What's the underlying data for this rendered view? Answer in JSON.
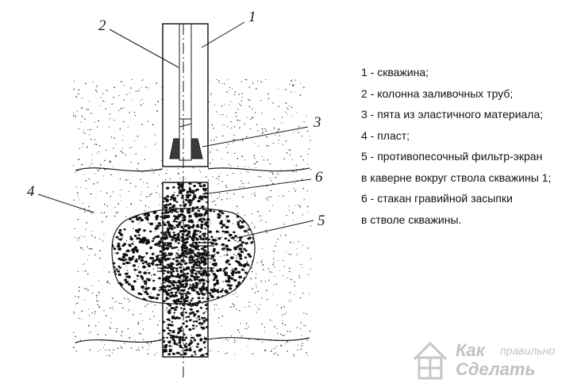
{
  "callouts": [
    "1",
    "2",
    "3",
    "4",
    "5",
    "6"
  ],
  "legend": [
    "1 - скважина;",
    "2 - колонна заливочных труб;",
    "3 - пята из эластичного материала;",
    "4 - пласт;",
    "5 - противопесочный фильтр-экран",
    "в каверне вокруг ствола скважины 1;",
    "6 - стакан гравийной засыпки",
    "в стволе скважины."
  ],
  "watermark": {
    "line1": "Как",
    "line2": "правильно",
    "line3": "Сделать"
  },
  "colors": {
    "ink": "#1a1a1a",
    "watermark": "#c2c2c2",
    "background": "#ffffff"
  }
}
